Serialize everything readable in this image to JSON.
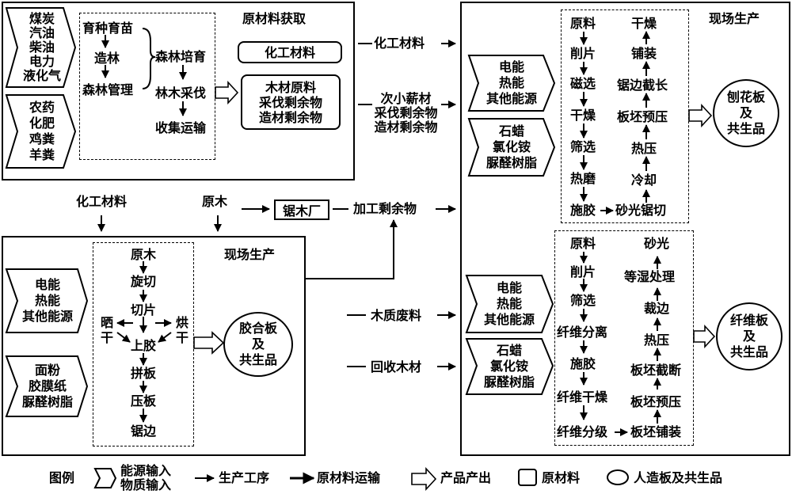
{
  "raw_section": {
    "title": "原材料获取",
    "energy_input": "煤炭\n汽油\n柴油\n电力\n液化气",
    "material_input": "农药\n化肥\n鸡粪\n羊粪",
    "steps_left": [
      "育种育苗",
      "造林",
      "森林管理"
    ],
    "steps_right": [
      "森林培育",
      "林木采伐",
      "收集运输"
    ],
    "chemical_box": "化工材料",
    "wood_box": "木材原料\n采伐剩余物\n造材剩余物"
  },
  "flows": {
    "chemical_top": "化工材料",
    "thinning": "次小薪材\n采伐剩余物\n造材剩余物",
    "chemical_left": "化工材料",
    "log": "原木",
    "sawmill": "锯木厂",
    "processing_residue": "加工剩余物",
    "wood_waste": "木质废料",
    "recycled_wood": "回收木材"
  },
  "plywood_section": {
    "title": "现场生产",
    "energy_input": "电能\n热能\n其他能源",
    "material_input": "面粉\n胶膜纸\n脲醛树脂",
    "steps": [
      "原木",
      "旋切",
      "切片",
      "上胶",
      "拼板",
      "压板",
      "锯边"
    ],
    "sun_dry": "晒\n干",
    "oven_dry": "烘\n干",
    "product": "胶合板\n及\n共生品"
  },
  "particleboard_section": {
    "title": "现场生产",
    "energy_input": "电能\n热能\n其他能源",
    "material_input": "石蜡\n氯化铵\n脲醛树脂",
    "steps_left": [
      "原料",
      "削片",
      "磁选",
      "干燥",
      "筛选",
      "热磨",
      "施胶"
    ],
    "steps_right": [
      "干燥",
      "铺装",
      "锯边截长",
      "板坯预压",
      "热压",
      "冷却",
      "砂光锯切"
    ],
    "product": "刨花板\n及\n共生品"
  },
  "fiberboard_section": {
    "energy_input": "电能\n热能\n其他能源",
    "material_input": "石蜡\n氯化铵\n脲醛树脂",
    "steps_left": [
      "原料",
      "削片",
      "筛选",
      "纤维分离",
      "施胶",
      "纤维干燥",
      "纤维分级"
    ],
    "steps_right": [
      "砂光",
      "等湿处理",
      "裁边",
      "热压",
      "板坯截断",
      "板坯预压",
      "板坯铺装"
    ],
    "product": "纤维板\n及\n共生品"
  },
  "legend": {
    "title": "图例",
    "input": "能源输入\n物质输入",
    "process": "生产工序",
    "transport": "原材料运输",
    "output": "产品产出",
    "material": "原材料",
    "product": "人造板及共生品"
  }
}
